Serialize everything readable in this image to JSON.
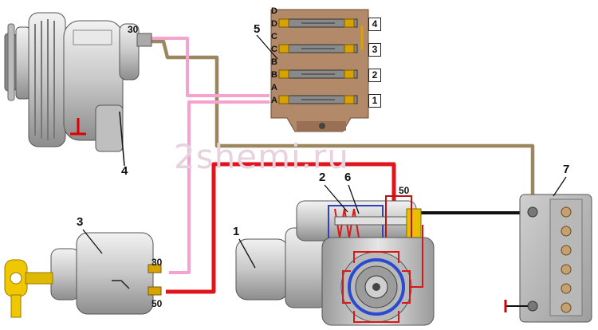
{
  "watermark": "2shemi.ru",
  "callouts": {
    "starter": "1",
    "solenoid": "2",
    "ignition_switch": "3",
    "alternator_mount": "4",
    "fuse_box": "5",
    "relay": "6",
    "battery": "7"
  },
  "terminals": {
    "alternator_30": "30",
    "switch_30": "30",
    "switch_50": "50",
    "solenoid_50": "50"
  },
  "fuse_box": {
    "columns": [
      "A",
      "A",
      "B",
      "B",
      "C",
      "C",
      "D",
      "D"
    ],
    "fuse_numbers": [
      "1",
      "2",
      "3",
      "4"
    ]
  },
  "wire_colors": {
    "pink": "#f4a3cf",
    "brown": "#9b8660",
    "red": "#e0141c",
    "black": "#111111"
  }
}
